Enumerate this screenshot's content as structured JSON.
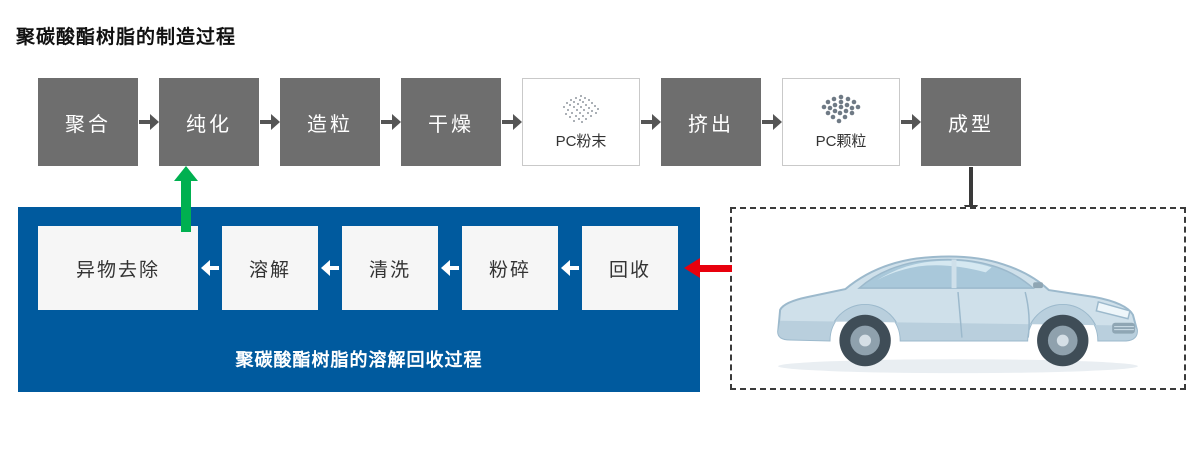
{
  "page": {
    "title": "聚碳酸酯树脂的制造过程"
  },
  "manufacturing_flow": {
    "steps": [
      {
        "label": "聚合",
        "type": "process"
      },
      {
        "label": "纯化",
        "type": "process"
      },
      {
        "label": "造粒",
        "type": "process"
      },
      {
        "label": "干燥",
        "type": "process"
      },
      {
        "label": "PC粉末",
        "type": "material",
        "icon": "pc-powder-dots-icon"
      },
      {
        "label": "挤出",
        "type": "process"
      },
      {
        "label": "PC颗粒",
        "type": "material",
        "icon": "pc-pellet-dots-icon"
      },
      {
        "label": "成型",
        "type": "process"
      }
    ]
  },
  "recycling_flow": {
    "title": "聚碳酸酯树脂的溶解回收过程",
    "steps": [
      {
        "label": "异物去除"
      },
      {
        "label": "溶解"
      },
      {
        "label": "清洗"
      },
      {
        "label": "粉碎"
      },
      {
        "label": "回收"
      }
    ]
  },
  "colors": {
    "process_box": "#6e6e6e",
    "recycle_panel": "#005a9e",
    "flow_arrow": "#555555",
    "green_arrow": "#00b050",
    "red_arrow": "#e8000d"
  }
}
